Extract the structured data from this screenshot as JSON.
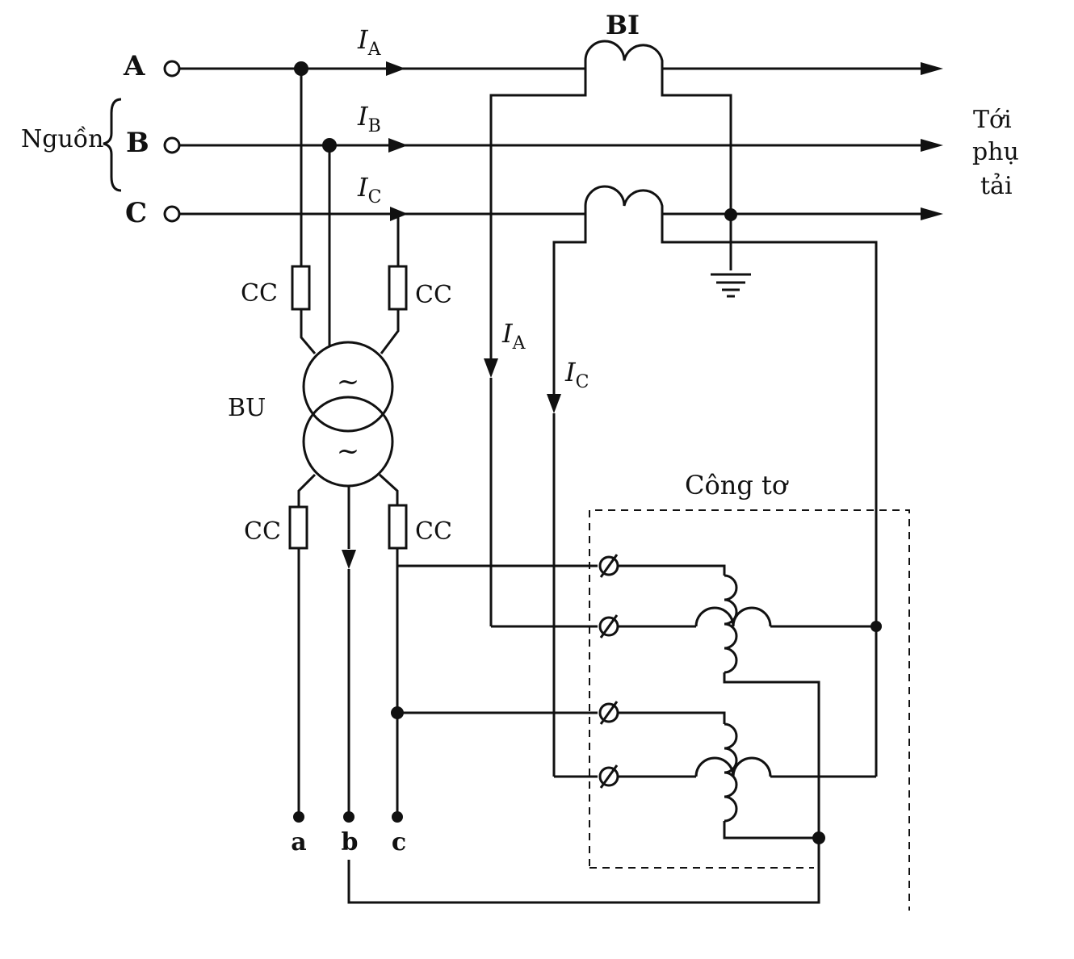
{
  "phases": {
    "a": "A",
    "b": "B",
    "c": "C"
  },
  "source_label": "Nguồn",
  "load_label": [
    "Tới",
    "phụ",
    "tải"
  ],
  "current_symbol": "I",
  "current_subs": {
    "a": "A",
    "b": "B",
    "c": "C"
  },
  "ct_label": "BI",
  "vt_label": "BU",
  "fuse_label": "CC",
  "meter_label": "Công tơ",
  "terminals": {
    "a": "a",
    "b": "b",
    "c": "c"
  },
  "tilde": "~"
}
